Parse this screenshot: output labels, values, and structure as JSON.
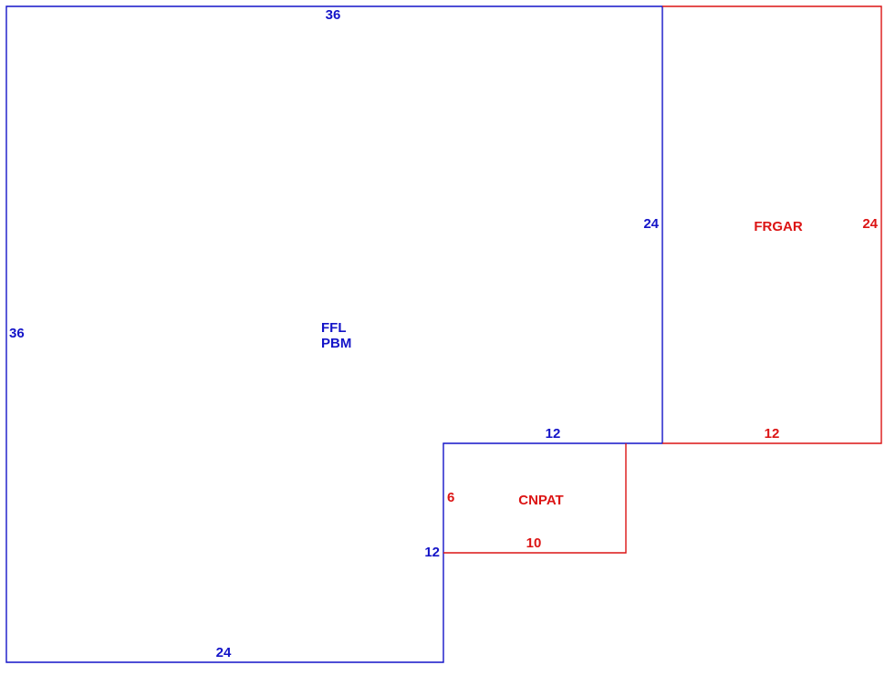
{
  "colors": {
    "main": "#1414c8",
    "secondary": "#dc1414",
    "background": "#ffffff"
  },
  "main_area": {
    "label_line1": "FFL",
    "label_line2": "PBM",
    "dims": {
      "top": "36",
      "left": "36",
      "bottom": "24",
      "right_upper": "24",
      "inner_horizontal": "12",
      "inner_vertical": "12"
    }
  },
  "garage": {
    "label": "FRGAR",
    "dims": {
      "right": "24",
      "bottom": "12"
    }
  },
  "patio": {
    "label": "CNPAT",
    "dims": {
      "left": "6",
      "bottom": "10"
    }
  }
}
